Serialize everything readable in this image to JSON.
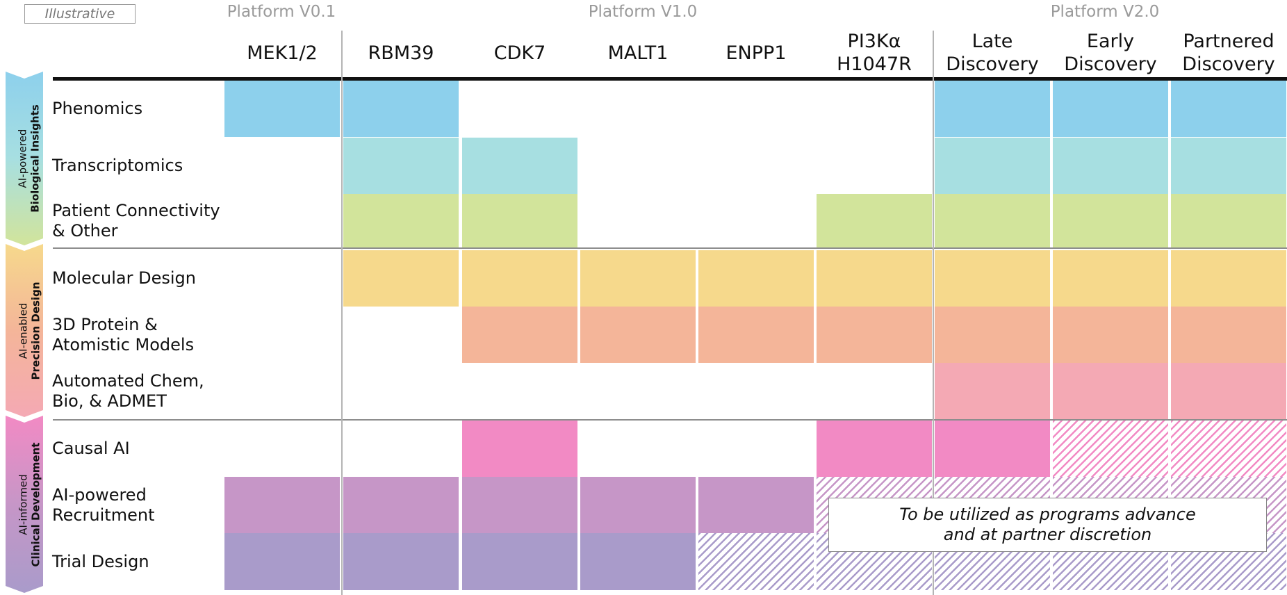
{
  "badge": "Illustrative",
  "platforms": [
    {
      "label": "Platform V0.1"
    },
    {
      "label": "Platform V1.0"
    },
    {
      "label": "Platform V2.0"
    }
  ],
  "columns": [
    {
      "id": "mek",
      "label": "MEK1/2"
    },
    {
      "id": "rbm",
      "label": "RBM39"
    },
    {
      "id": "cdk",
      "label": "CDK7"
    },
    {
      "id": "malt",
      "label": "MALT1"
    },
    {
      "id": "enpp",
      "label": "ENPP1"
    },
    {
      "id": "pi3k",
      "label": "PI3Kα\nH1047R"
    },
    {
      "id": "late",
      "label": "Late\nDiscovery"
    },
    {
      "id": "early",
      "label": "Early\nDiscovery"
    },
    {
      "id": "partner",
      "label": "Partnered\nDiscovery"
    }
  ],
  "bands": [
    {
      "line1": "AI-powered",
      "line2": "Biological Insights"
    },
    {
      "line1": "AI-enabled",
      "line2": "Precision Design"
    },
    {
      "line1": "AI-informed",
      "line2": "Clinical Development"
    }
  ],
  "rows": [
    {
      "label": "Phenomics",
      "color": "#8dd0ec",
      "fill": [
        "solid",
        "solid",
        "",
        "",
        "",
        "",
        "solid",
        "solid",
        "solid"
      ]
    },
    {
      "label": "Transcriptomics",
      "color": "#a7dfe1",
      "fill": [
        "",
        "solid",
        "solid",
        "",
        "",
        "",
        "solid",
        "solid",
        "solid"
      ]
    },
    {
      "label": "Patient Connectivity\n& Other",
      "color": "#d2e49b",
      "fill": [
        "",
        "solid",
        "solid",
        "",
        "",
        "solid",
        "solid",
        "solid",
        "solid"
      ]
    },
    {
      "label": "Molecular Design",
      "color": "#f6d98c",
      "fill": [
        "",
        "solid",
        "solid",
        "solid",
        "solid",
        "solid",
        "solid",
        "solid",
        "solid"
      ]
    },
    {
      "label": "3D Protein &\nAtomistic Models",
      "color": "#f4b599",
      "fill": [
        "",
        "",
        "solid",
        "solid",
        "solid",
        "solid",
        "solid",
        "solid",
        "solid"
      ]
    },
    {
      "label": "Automated Chem,\nBio, & ADMET",
      "color": "#f4a9b4",
      "fill": [
        "",
        "",
        "",
        "",
        "",
        "",
        "solid",
        "solid",
        "solid"
      ]
    },
    {
      "label": "Causal AI",
      "color": "#f28ac4",
      "fill": [
        "",
        "",
        "solid",
        "",
        "",
        "solid",
        "solid",
        "hatch",
        "hatch"
      ]
    },
    {
      "label": "AI-powered\nRecruitment",
      "color": "#c696c7",
      "fill": [
        "solid",
        "solid",
        "solid",
        "solid",
        "solid",
        "hatch",
        "hatch",
        "hatch",
        "hatch"
      ]
    },
    {
      "label": "Trial Design",
      "color": "#a99bca",
      "fill": [
        "solid",
        "solid",
        "solid",
        "solid",
        "hatch",
        "hatch",
        "hatch",
        "hatch",
        "hatch"
      ]
    }
  ],
  "note": {
    "line1": "To be utilized as programs advance",
    "line2": "and at partner discretion"
  },
  "colors": {
    "band1": [
      "#8dd0ec",
      "#a7dfe1",
      "#d2e49b"
    ],
    "band2": [
      "#f6d98c",
      "#f4b599",
      "#f4a9b4"
    ],
    "band3": [
      "#f28ac4",
      "#c696c7",
      "#a99bca"
    ]
  }
}
